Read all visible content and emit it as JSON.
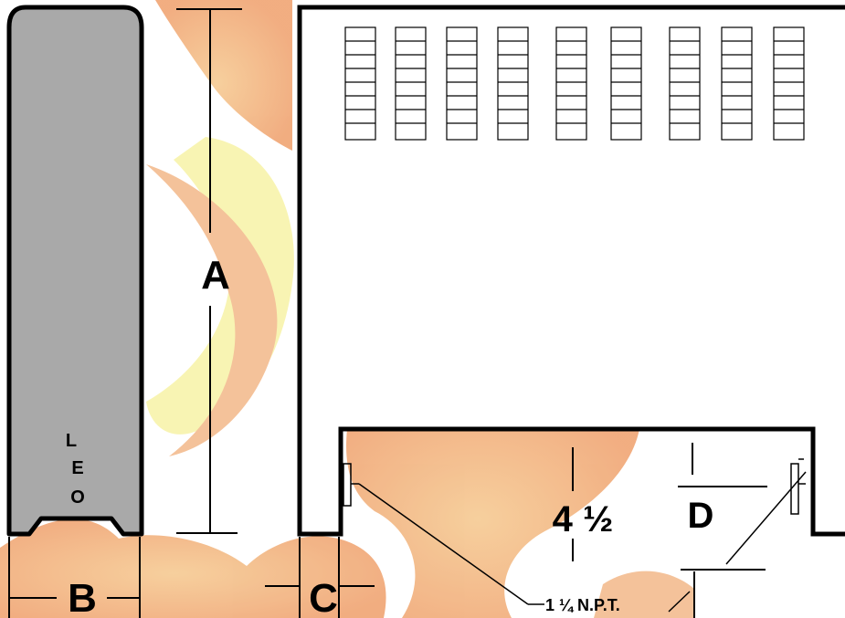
{
  "brand": {
    "letters": [
      "L",
      "E",
      "O"
    ]
  },
  "dimensions": {
    "a": "A",
    "b": "B",
    "c": "C",
    "d": "D",
    "height": "4 ½",
    "pipe": "1 ¼ N.P.T."
  },
  "colors": {
    "radiator_fill": "#a9a9a9",
    "outline": "#000000",
    "background": "#ffffff",
    "watermark_orange": "#f0a46e",
    "watermark_yellow": "#f7f3a6"
  },
  "icons": {
    "side_view": "radiator-side-view",
    "front_view": "radiator-front-view",
    "grille": "radiator-grille-icon"
  }
}
